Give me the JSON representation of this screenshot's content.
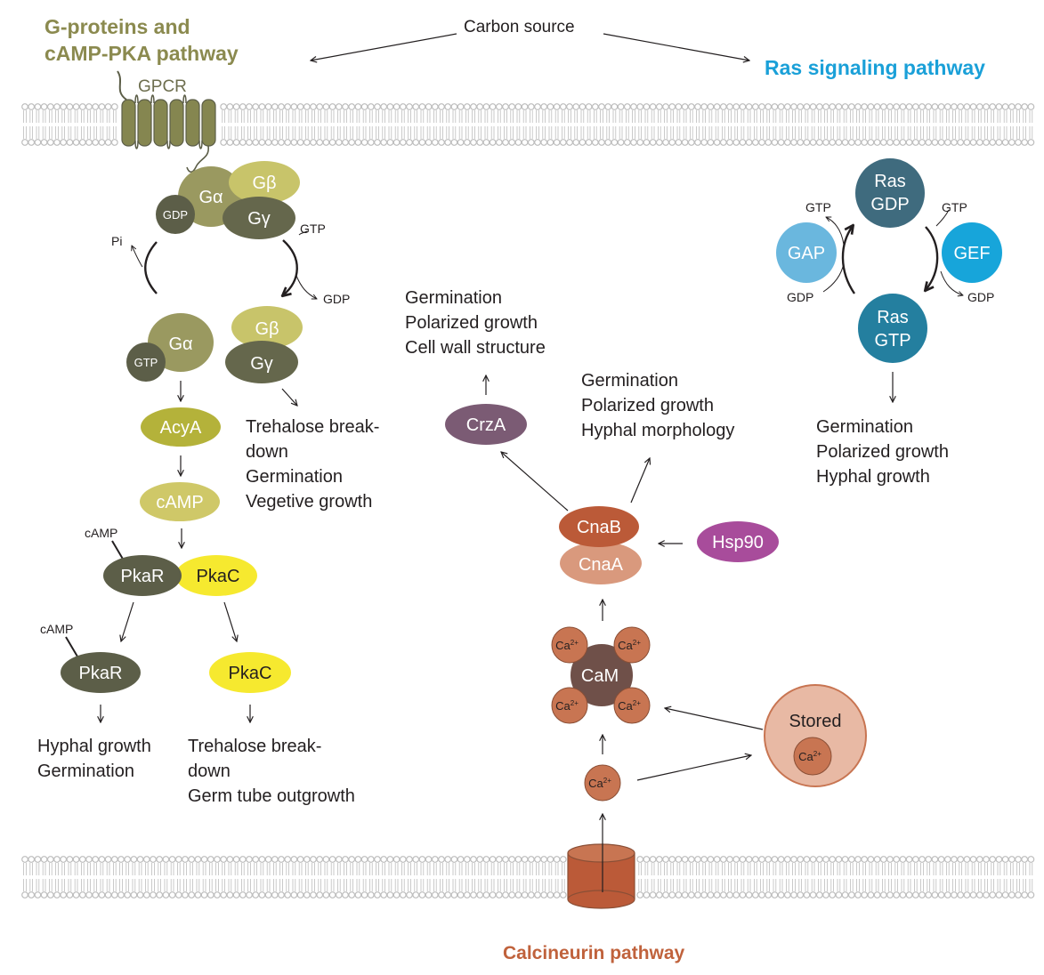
{
  "titles": {
    "gprotein_line1": "G-proteins and",
    "gprotein_line2": "cAMP-PKA pathway",
    "ras": "Ras signaling pathway",
    "calcineurin": "Calcineurin pathway",
    "carbon_source": "Carbon source"
  },
  "gpcr": {
    "label": "GPCR"
  },
  "heterotrimer": {
    "ga": "Gα",
    "gb": "Gβ",
    "gy": "Gγ",
    "gdp": "GDP"
  },
  "gcycle": {
    "pi": "Pi",
    "gtp": "GTP",
    "gdp": "GDP"
  },
  "ga_active": {
    "ga": "Gα",
    "gtp": "GTP"
  },
  "gbg": {
    "gb": "Gβ",
    "gy": "Gγ"
  },
  "gbg_effects": [
    "Trehalose break-",
    "down",
    "Germination",
    "Vegetive growth"
  ],
  "pka": {
    "acya": "AcyA",
    "camp": "cAMP",
    "camp_small_1": "cAMP",
    "camp_small_2": "cAMP",
    "pkar_complex": "PkaR",
    "pkac_complex": "PkaC",
    "pkar": "PkaR",
    "pkac": "PkaC"
  },
  "pkar_effects": [
    "Hyphal growth",
    "Germination"
  ],
  "pkac_effects": [
    "Trehalose break-",
    "down",
    "Germ tube outgrowth"
  ],
  "ras": {
    "ras_gdp_1": "Ras",
    "ras_gdp_2": "GDP",
    "ras_gtp_1": "Ras",
    "ras_gtp_2": "GTP",
    "gap": "GAP",
    "gef": "GEF",
    "gap_gtp": "GTP",
    "gap_gdp": "GDP",
    "gef_gtp": "GTP",
    "gef_gdp": "GDP"
  },
  "ras_effects": [
    "Germination",
    "Polarized growth",
    "Hyphal growth"
  ],
  "crza": {
    "label": "CrzA"
  },
  "crza_effects": [
    "Germination",
    "Polarized growth",
    "Cell wall structure"
  ],
  "calcineurin": {
    "cnab": "CnaB",
    "cnaa": "CnaA",
    "hsp90": "Hsp90"
  },
  "cnab_effects": [
    "Germination",
    "Polarized growth",
    "Hyphal morphology"
  ],
  "calmodulin": {
    "cam": "CaM",
    "ca": "Ca",
    "ca_charge": "2+"
  },
  "stored": {
    "label": "Stored",
    "ca": "Ca",
    "ca_charge": "2+"
  },
  "free_ca": {
    "ca": "Ca",
    "ca_charge": "2+"
  },
  "colors": {
    "olive_dark": "#5c5e48",
    "olive_mid": "#9a9960",
    "olive_light": "#c8c46a",
    "acya": "#b4b23a",
    "camp": "#cfc868",
    "pkac_yellow": "#f6e92f",
    "ras_dark": "#3f6b7e",
    "ras_mid": "#247f9f",
    "gap": "#6ab7de",
    "gef": "#17a5da",
    "crza": "#7b5b74",
    "cnab": "#bb5a38",
    "cnaa": "#d9997d",
    "hsp90": "#a84c9b",
    "ca_orange": "#c87552",
    "cam": "#6f5049",
    "stored_outer": "#e8b9a4",
    "membrane": "#bdbdbd"
  }
}
